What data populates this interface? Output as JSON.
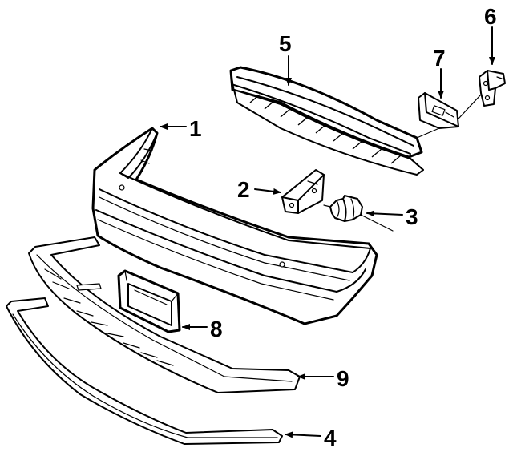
{
  "callouts": [
    {
      "id": "1",
      "label": "1"
    },
    {
      "id": "2",
      "label": "2"
    },
    {
      "id": "3",
      "label": "3"
    },
    {
      "id": "4",
      "label": "4"
    },
    {
      "id": "5",
      "label": "5"
    },
    {
      "id": "6",
      "label": "6"
    },
    {
      "id": "7",
      "label": "7"
    },
    {
      "id": "8",
      "label": "8"
    },
    {
      "id": "9",
      "label": "9"
    }
  ],
  "colors": {
    "ink": "#000000",
    "background": "#ffffff"
  }
}
